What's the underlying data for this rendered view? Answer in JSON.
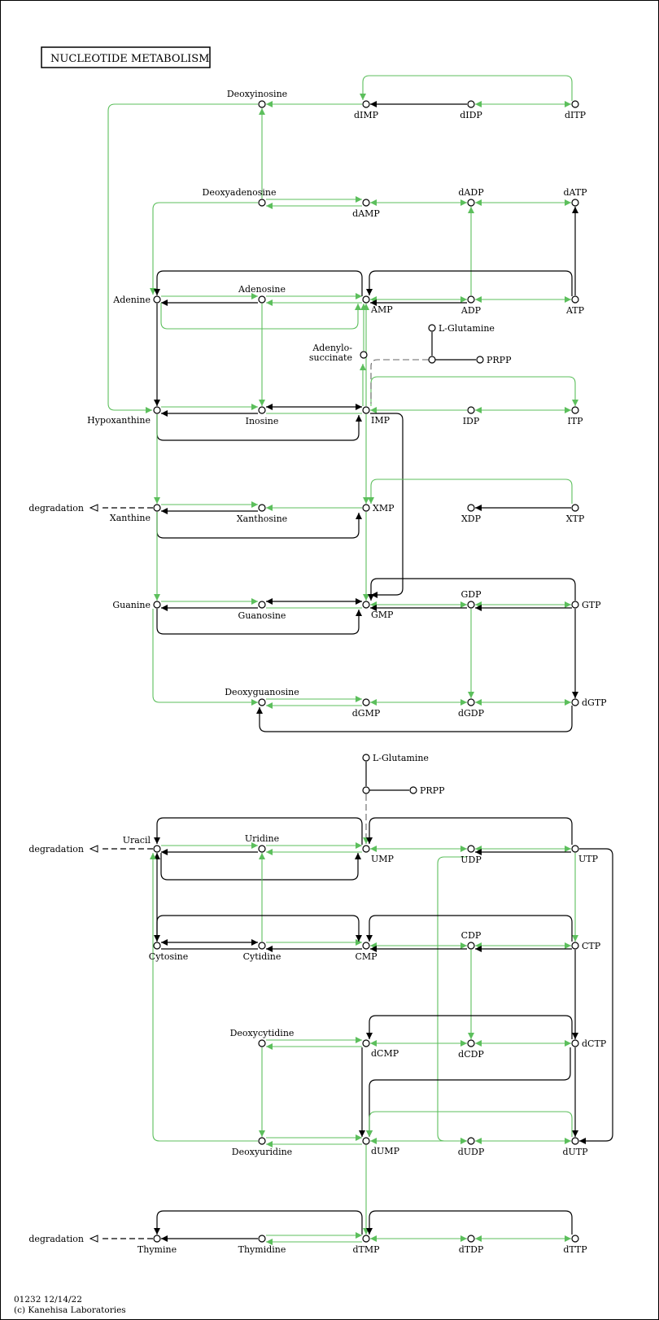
{
  "title": "NUCLEOTIDE METABOLISM",
  "footer": {
    "map_id": "01232 12/14/22",
    "copyright": "(c) Kanehisa Laboratories"
  },
  "colors": {
    "enzyme": "#5cbf5c",
    "link": "#000000",
    "node": "#ffffff"
  },
  "nodes": [
    {
      "id": "Deoxyinosine",
      "label": "Deoxyinosine"
    },
    {
      "id": "dIMP",
      "label": "dIMP"
    },
    {
      "id": "dIDP",
      "label": "dIDP"
    },
    {
      "id": "dITP",
      "label": "dITP"
    },
    {
      "id": "Deoxyadenosine",
      "label": "Deoxyadenosine"
    },
    {
      "id": "dAMP",
      "label": "dAMP"
    },
    {
      "id": "dADP",
      "label": "dADP"
    },
    {
      "id": "dATP",
      "label": "dATP"
    },
    {
      "id": "Adenine",
      "label": "Adenine"
    },
    {
      "id": "Adenosine",
      "label": "Adenosine"
    },
    {
      "id": "AMP",
      "label": "AMP"
    },
    {
      "id": "ADP",
      "label": "ADP"
    },
    {
      "id": "ATP",
      "label": "ATP"
    },
    {
      "id": "LGln1",
      "label": "L-Glutamine"
    },
    {
      "id": "Branch1",
      "label": ""
    },
    {
      "id": "PRPP1",
      "label": "PRPP"
    },
    {
      "id": "Adenylosuccinate",
      "label": "Adenylo-\nsuccinate"
    },
    {
      "id": "Hypoxanthine",
      "label": "Hypoxanthine"
    },
    {
      "id": "Inosine",
      "label": "Inosine"
    },
    {
      "id": "IMP",
      "label": "IMP"
    },
    {
      "id": "IDP",
      "label": "IDP"
    },
    {
      "id": "ITP",
      "label": "ITP"
    },
    {
      "id": "Xanthine",
      "label": "Xanthine"
    },
    {
      "id": "Xanthosine",
      "label": "Xanthosine"
    },
    {
      "id": "XMP",
      "label": "XMP"
    },
    {
      "id": "XDP",
      "label": "XDP"
    },
    {
      "id": "XTP",
      "label": "XTP"
    },
    {
      "id": "Guanine",
      "label": "Guanine"
    },
    {
      "id": "Guanosine",
      "label": "Guanosine"
    },
    {
      "id": "GMP",
      "label": "GMP"
    },
    {
      "id": "GDP",
      "label": "GDP"
    },
    {
      "id": "GTP",
      "label": "GTP"
    },
    {
      "id": "Deoxyguanosine",
      "label": "Deoxyguanosine"
    },
    {
      "id": "dGMP",
      "label": "dGMP"
    },
    {
      "id": "dGDP",
      "label": "dGDP"
    },
    {
      "id": "dGTP",
      "label": "dGTP"
    },
    {
      "id": "LGln2",
      "label": "L-Glutamine"
    },
    {
      "id": "Branch2",
      "label": ""
    },
    {
      "id": "PRPP2",
      "label": "PRPP"
    },
    {
      "id": "Uracil",
      "label": "Uracil"
    },
    {
      "id": "Uridine",
      "label": "Uridine"
    },
    {
      "id": "UMP",
      "label": "UMP"
    },
    {
      "id": "UDP",
      "label": "UDP"
    },
    {
      "id": "UTP",
      "label": "UTP"
    },
    {
      "id": "Cytosine",
      "label": "Cytosine"
    },
    {
      "id": "Cytidine",
      "label": "Cytidine"
    },
    {
      "id": "CMP",
      "label": "CMP"
    },
    {
      "id": "CDP",
      "label": "CDP"
    },
    {
      "id": "CTP",
      "label": "CTP"
    },
    {
      "id": "Deoxycytidine",
      "label": "Deoxycytidine"
    },
    {
      "id": "dCMP",
      "label": "dCMP"
    },
    {
      "id": "dCDP",
      "label": "dCDP"
    },
    {
      "id": "dCTP",
      "label": "dCTP"
    },
    {
      "id": "Deoxyuridine",
      "label": "Deoxyuridine"
    },
    {
      "id": "dUMP",
      "label": "dUMP"
    },
    {
      "id": "dUDP",
      "label": "dUDP"
    },
    {
      "id": "dUTP",
      "label": "dUTP"
    },
    {
      "id": "Thymine",
      "label": "Thymine"
    },
    {
      "id": "Thymidine",
      "label": "Thymidine"
    },
    {
      "id": "dTMP",
      "label": "dTMP"
    },
    {
      "id": "dTDP",
      "label": "dTDP"
    },
    {
      "id": "dTTP",
      "label": "dTTP"
    }
  ],
  "degradation": [
    {
      "target": "Xanthine",
      "label": "degradation"
    },
    {
      "target": "Uracil",
      "label": "degradation"
    },
    {
      "target": "Thymine",
      "label": "degradation"
    }
  ]
}
